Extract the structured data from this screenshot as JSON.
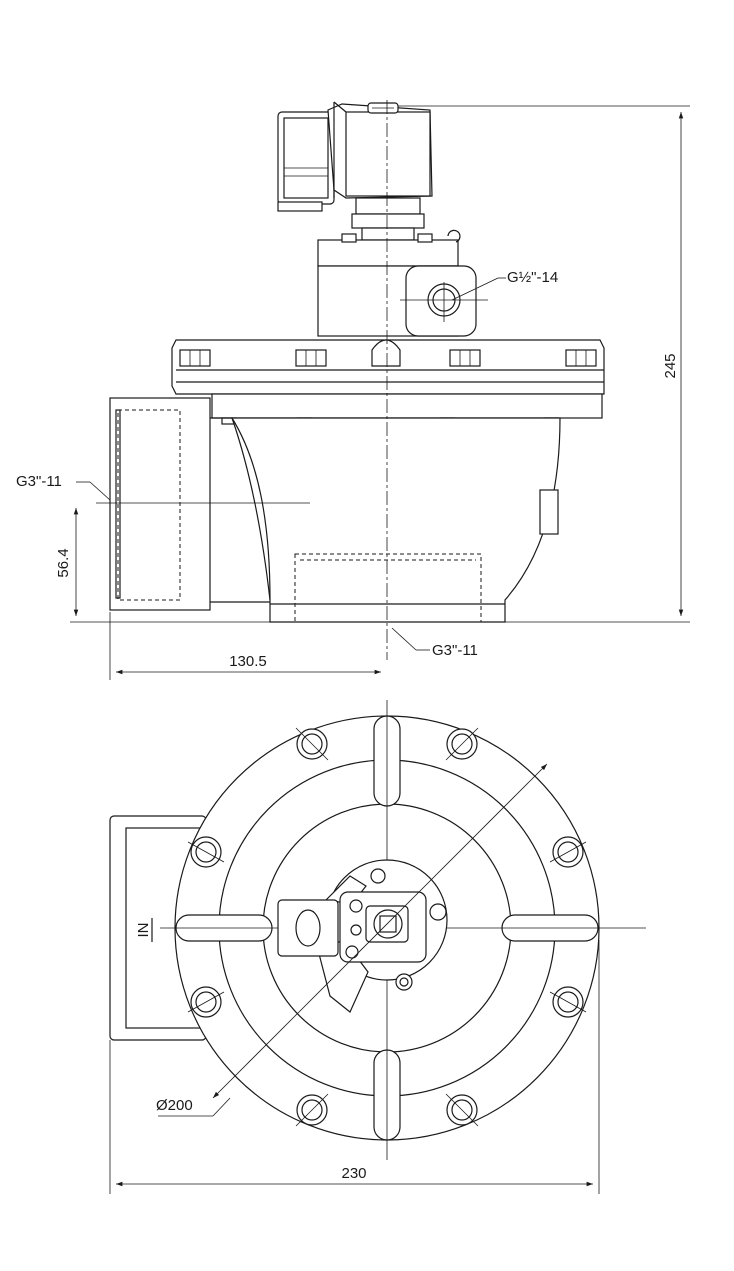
{
  "dimensions": {
    "height_total": "245",
    "port_height": "56.4",
    "port_offset": "130.5",
    "width_total": "230",
    "flange_diameter": "Ø200"
  },
  "thread_labels": {
    "pilot_port": "G½\"-14",
    "inlet_port": "G3\"-11",
    "outlet_port": "G3\"-11"
  },
  "inlet_marking": "IN"
}
